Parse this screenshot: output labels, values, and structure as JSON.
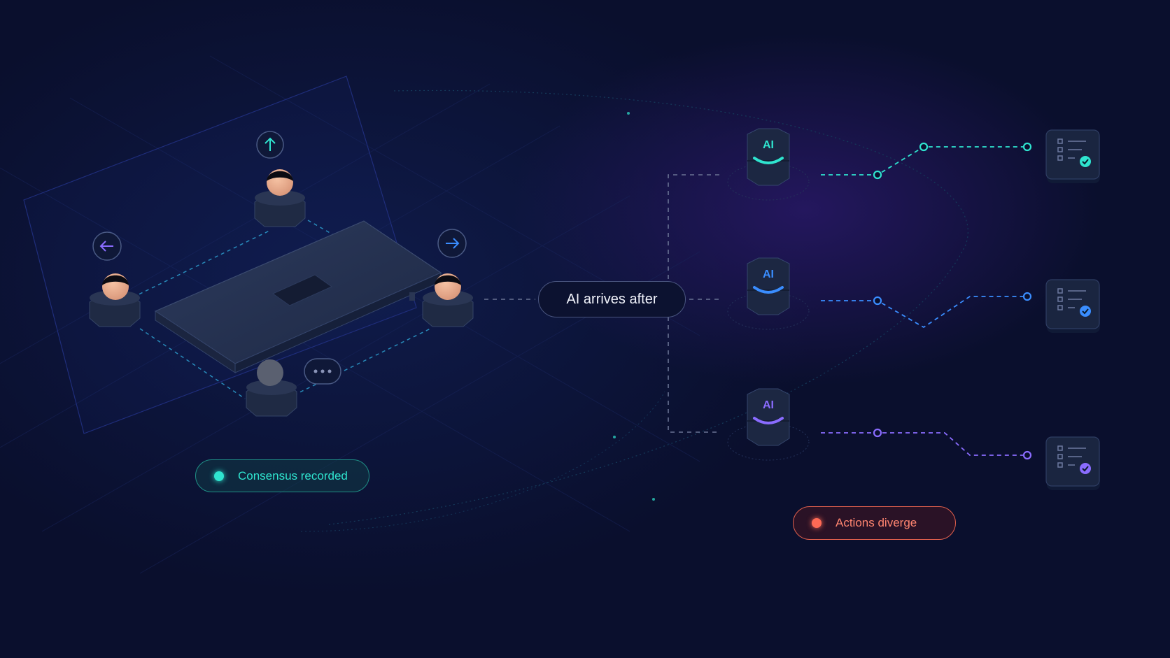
{
  "labels": {
    "ai_arrives": "AI arrives after",
    "consensus": "Consensus recorded",
    "diverge": "Actions diverge",
    "ai_badge": "AI"
  },
  "icons": {
    "arrow_up": "arrow-up-icon",
    "arrow_left": "arrow-left-icon",
    "arrow_right": "arrow-right-icon",
    "typing": "ellipsis-icon",
    "checklist": "checklist-icon"
  },
  "colors": {
    "background": "#0a0f2d",
    "teal": "#2fe4cf",
    "blue": "#3a8dff",
    "purple": "#8a6cff",
    "red": "#ff6a55",
    "panel": "#1a2540",
    "line": "#2a3a66"
  },
  "agents": [
    {
      "accent": "#2fe4cf"
    },
    {
      "accent": "#3a8dff"
    },
    {
      "accent": "#8a6cff"
    }
  ]
}
